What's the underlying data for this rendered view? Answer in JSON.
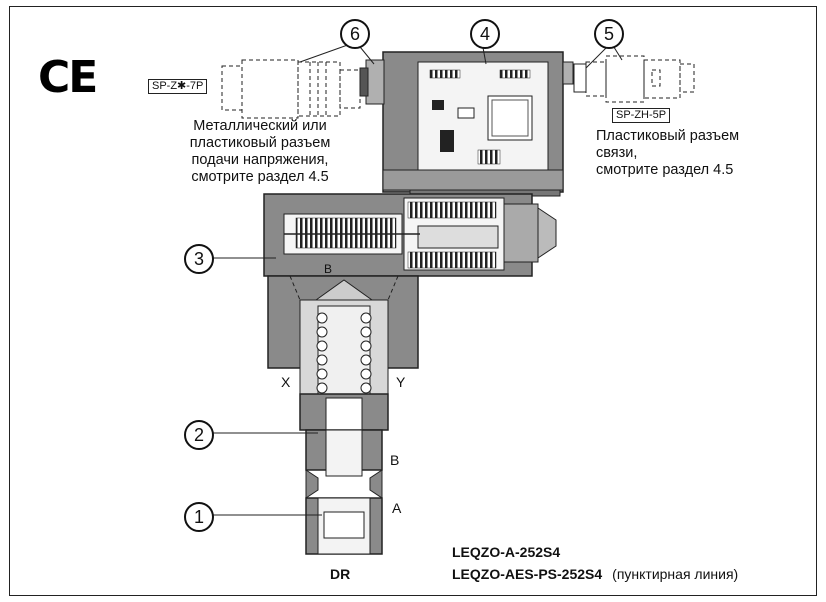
{
  "ce_mark": "CE",
  "callouts": [
    "1",
    "2",
    "3",
    "4",
    "5",
    "6"
  ],
  "tags": {
    "power_connector": "SP-Z✱-7P",
    "comm_connector": "SP-ZH-5P"
  },
  "notes": {
    "power_lines": [
      "Металлический или",
      "пластиковый разъем",
      "подачи напряжения,",
      "смотрите раздел 4.5"
    ],
    "comm_lines": [
      "Пластиковый разъем",
      "связи,",
      "смотрите раздел 4.5"
    ]
  },
  "ports": {
    "b_inner": "B",
    "x": "X",
    "y": "Y",
    "b_outer": "B",
    "a": "A",
    "dr": "DR"
  },
  "models": {
    "line1": "LEQZO-A-252S4",
    "line2": "LEQZO-AES-PS-252S4",
    "line2_note": "(пунктирная линия)"
  }
}
